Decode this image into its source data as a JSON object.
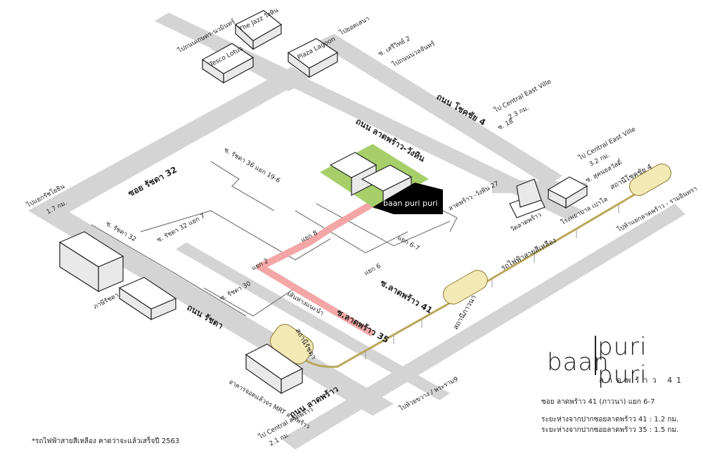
{
  "roads": {
    "ratchada": "ถนน รัชดา",
    "ladprao_bottom": "ถนน ลาดพร้าว",
    "ladprao_wangh": "ถนน ลาดพร้าว-วังหิน",
    "chokchai4": "ถนน โชคชัย 4",
    "soi_ratchada32": "ซอย รัชดา 32",
    "soi_ladprao41": "ซ.ลาดพร้าว 41",
    "soi_ladprao35": "ซ.ลาดพร้าว 35",
    "soi_ratchada36": "ซ. รัชดา 36 แยก 19-6",
    "soi_ratchada32b": "ซ. รัชดา 32",
    "soi_ratchada32_7": "ซ. รัชดา 32 แยก 7",
    "soi_ratchada30": "ซ. รัชดา 30",
    "soi_yaek8": "แยก 8",
    "soi_yaek2": "แยก 2",
    "soi_yaek67": "แยก 6-7",
    "soi_yaek6": "แยก 6",
    "soi_ladprao_wangh27": "ลาดพร้าว -วังหิน 27",
    "soi_sukhonthasawat": "ซ. สุคนธสวัสดิ์",
    "soi_setsiri2": "ซ. เสรีวิทย์ 2",
    "soi_chokchai18": "ซ. 18",
    "route_label": "เส้นทางแนะนำ"
  },
  "directions": {
    "to_kaset": "ไปถนนเกษตร-นวมินทร์",
    "to_yothin": "ไปยอดเสนา",
    "to_bangkapi": "ไปถนนนวลจันทร์",
    "to_central_ev1": "ไป Central East Ville",
    "to_central_ev1_dist": "2.3 กม.",
    "to_central_ev2": "ไป Central East Ville",
    "to_central_ev2_dist": "3.2 กม.",
    "to_ratchada_side": "ไปแยกรัชโยธิน",
    "to_ratchada_side_dist": "1.7 กม.",
    "to_mbk": "ไปห้าแยกลาดพร้าว - รามอินทรา",
    "to_hwy": "ไปห้วยขวาง / พระราม9",
    "to_central_lp": "ไป Central ลาดพร้าว",
    "to_central_lp_dist": "2.1 กม."
  },
  "landmarks": {
    "jazz": "The Jazz วังหิน",
    "tesco": "Tesco Lotus",
    "plaza": "Plaza Lagoon",
    "temple": "วัดลาดพร้าว",
    "hospital": "โรงพยาบาล เปาโล",
    "ratchada_center": "ภาษีรัชดา",
    "mrt_building": "อาคารจอดแล้วจร MRT ลาดพร้าว",
    "project_sign": "baan puri puri"
  },
  "stations": {
    "ratchada": "สถานีรัชดา",
    "phawana": "สถานีภาวนา",
    "chokchai4": "สถานีโชคชัย 4",
    "yellow_line": "รถไฟฟ้าสายสีเหลือง"
  },
  "brand": {
    "baan": "baan",
    "puri": "puri puri",
    "sub": "ลาดพร้าว 41"
  },
  "info": {
    "address": "ซอย ลาดพร้าว 41 (ภาวนา) แยก 6-7",
    "dist41": "ระยะห่างจากปากซอยลาดพร้าว 41 : 1.2 กม.",
    "dist35": "ระยะห่างจากปากซอยลาดพร้าว 35 : 1.5 กม."
  },
  "note": "*รถไฟฟ้าสายสีเหลือง คาดว่าจะแล้วเสร็จปี 2563",
  "colors": {
    "road": "#d4d4d4",
    "route": "#f4a6a6",
    "park": "#a6cf6a",
    "tunnel": "#f3e9b5",
    "project_block": "#000000"
  }
}
